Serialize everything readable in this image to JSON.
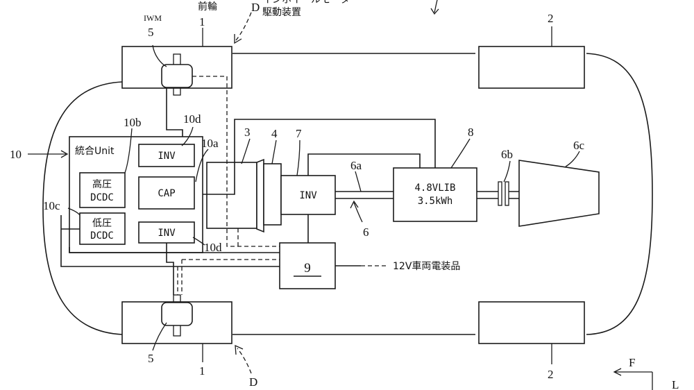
{
  "labels": {
    "iwm": "IWM",
    "front_wheel": "前輪",
    "d_top": "D",
    "title_line1": "インホイールモータ",
    "title_line2": "駆動装置",
    "ref_1_top": "1",
    "ref_5_top": "5",
    "ref_2_top": "2",
    "ref_10": "10",
    "ref_10b": "10b",
    "ref_10d_top": "10d",
    "ref_10a": "10a",
    "ref_3": "3",
    "ref_4": "4",
    "ref_7": "7",
    "ref_8": "8",
    "ref_6b": "6b",
    "ref_6c": "6c",
    "ref_6a": "6a",
    "ref_6": "6",
    "ref_10c": "10c",
    "ref_10d_bottom": "10d",
    "ref_5_bottom": "5",
    "ref_1_bottom": "1",
    "d_bottom": "D",
    "ref_2_bottom": "2",
    "ref_f": "F",
    "ref_l": "L",
    "unit_title": "統合Unit",
    "inv_top": "INV",
    "hv_dcdc_line1": "高圧",
    "hv_dcdc_line2": "DCDC",
    "cap": "CAP",
    "lv_dcdc_line1": "低圧",
    "lv_dcdc_line2": "DCDC",
    "inv_bottom": "INV",
    "inv_main": "INV",
    "battery_line1": "4.8VLIB",
    "battery_line2": "3.5kWh",
    "ref_9": "9",
    "accessories": "12V車両電装品"
  }
}
